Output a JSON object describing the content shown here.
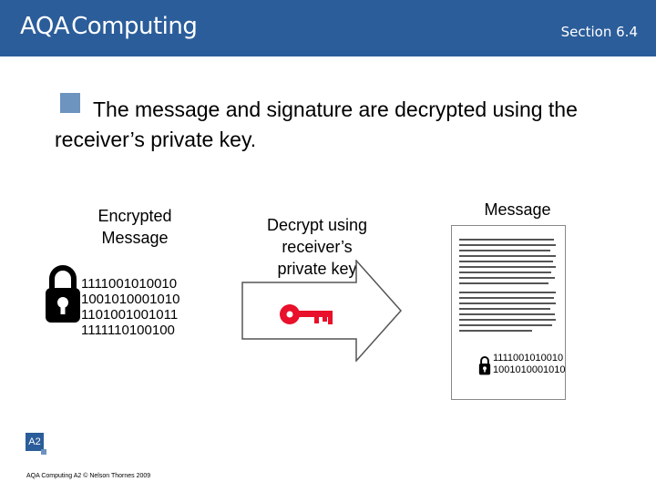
{
  "header": {
    "logo_aqa": "AQA",
    "logo_computing": "Computing",
    "section": "Section 6.4"
  },
  "bullet": {
    "text": "The message and signature are decrypted using the receiver’s private key."
  },
  "diagram": {
    "encrypted_label_line1": "Encrypted",
    "encrypted_label_line2": "Message",
    "encrypted_bits": [
      "1111001010010",
      "1001010001010",
      "1101001001011",
      "1111110100100"
    ],
    "decrypt_label_line1": "Decrypt using",
    "decrypt_label_line2": "receiver’s",
    "decrypt_label_line3": "private key",
    "message_label": "Message",
    "doc_bits": [
      "1111001010010",
      "1001010001010"
    ]
  },
  "footer": {
    "badge": "A2",
    "copyright": "AQA Computing A2 © Nelson Thornes 2009"
  },
  "colors": {
    "header_blue": "#2b5d9a",
    "bullet_blue": "#6d93bf",
    "key_red": "#e8102a"
  }
}
